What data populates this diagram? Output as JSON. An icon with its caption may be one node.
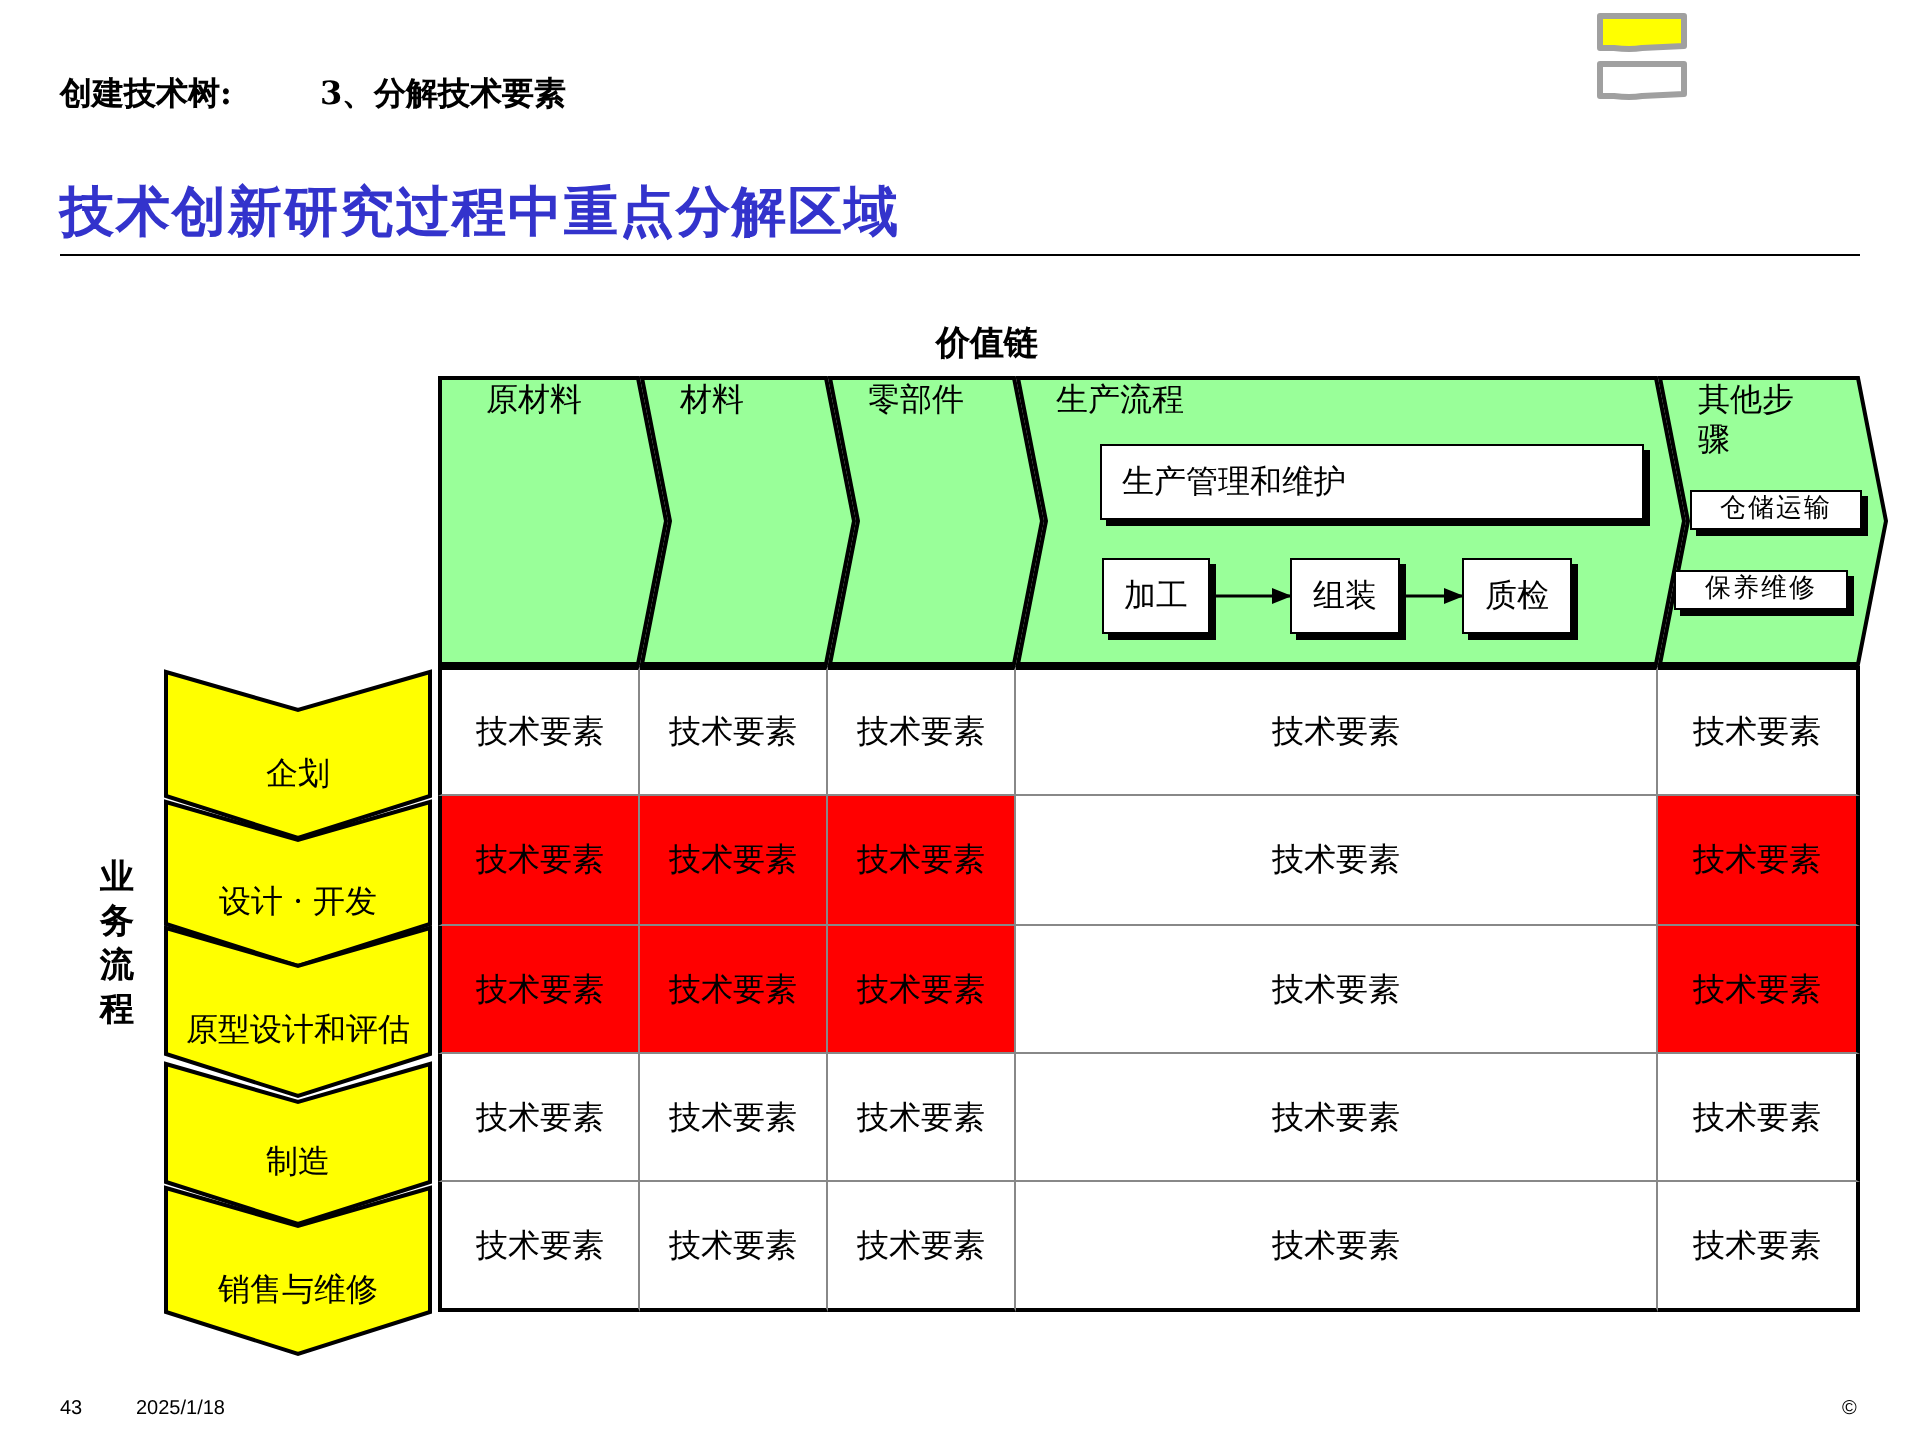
{
  "diagram": {
    "title": "技术创新研究过程中重点分解区域",
    "nodes": [
      {
        "text": [
          "原材料"
        ]
      },
      {
        "text": [
          "材料"
        ]
      },
      {
        "text": [
          "零部件"
        ]
      },
      {
        "text": [
          "生产流程"
        ]
      },
      {
        "text": [
          "其他步骤"
        ]
      },
      {
        "text": [
          "生产管理和维护"
        ],
        "in": 3
      },
      {
        "text": [
          "加工"
        ],
        "in": 3
      },
      {
        "text": [
          "组装"
        ],
        "in": 3
      },
      {
        "text": [
          "质检"
        ],
        "in": 3
      },
      {
        "text": [
          "仓储运输"
        ],
        "in": 4
      },
      {
        "text": [
          "保养维修"
        ],
        "in": 4
      },
      {
        "text": [
          "企划"
        ]
      },
      {
        "text": [
          "设计 · 开发"
        ]
      },
      {
        "text": [
          "原型设计和评估"
        ]
      },
      {
        "text": [
          "制造"
        ]
      },
      {
        "text": [
          "销售与维修"
        ]
      },
      {
        "text": [
          "技术要素"
        ]
      },
      {
        "text": [
          "技术要素"
        ]
      },
      {
        "text": [
          "技术要素"
        ]
      },
      {
        "text": [
          "技术要素"
        ]
      },
      {
        "text": [
          "技术要素"
        ]
      },
      {
        "text": [
          "技术要素"
        ]
      },
      {
        "text": [
          "技术要素"
        ]
      },
      {
        "text": [
          "技术要素"
        ]
      },
      {
        "text": [
          "技术要素"
        ]
      },
      {
        "text": [
          "技术要素"
        ]
      },
      {
        "text": [
          "技术要素"
        ]
      },
      {
        "text": [
          "技术要素"
        ]
      },
      {
        "text": [
          "技术要素"
        ]
      },
      {
        "text": [
          "技术要素"
        ]
      },
      {
        "text": [
          "技术要素"
        ]
      },
      {
        "text": [
          "技术要素"
        ]
      },
      {
        "text": [
          "技术要素"
        ]
      },
      {
        "text": [
          "技术要素"
        ]
      },
      {
        "text": [
          "技术要素"
        ]
      },
      {
        "text": [
          "技术要素"
        ]
      },
      {
        "text": [
          "技术要素"
        ]
      },
      {
        "text": [
          "技术要素"
        ]
      },
      {
        "text": [
          "技术要素"
        ]
      },
      {
        "text": [
          "技术要素"
        ]
      },
      {
        "text": [
          "技术要素"
        ]
      }
    ],
    "edges": [
      {
        "from": 6,
        "to": 7,
        "arrow": "to"
      },
      {
        "from": 7,
        "to": 8,
        "arrow": "to"
      }
    ],
    "labels": [
      "创建技术树:",
      "3、分解技术要素",
      "价值链",
      "业务流程",
      "43",
      "2025/1/18",
      "©"
    ]
  }
}
